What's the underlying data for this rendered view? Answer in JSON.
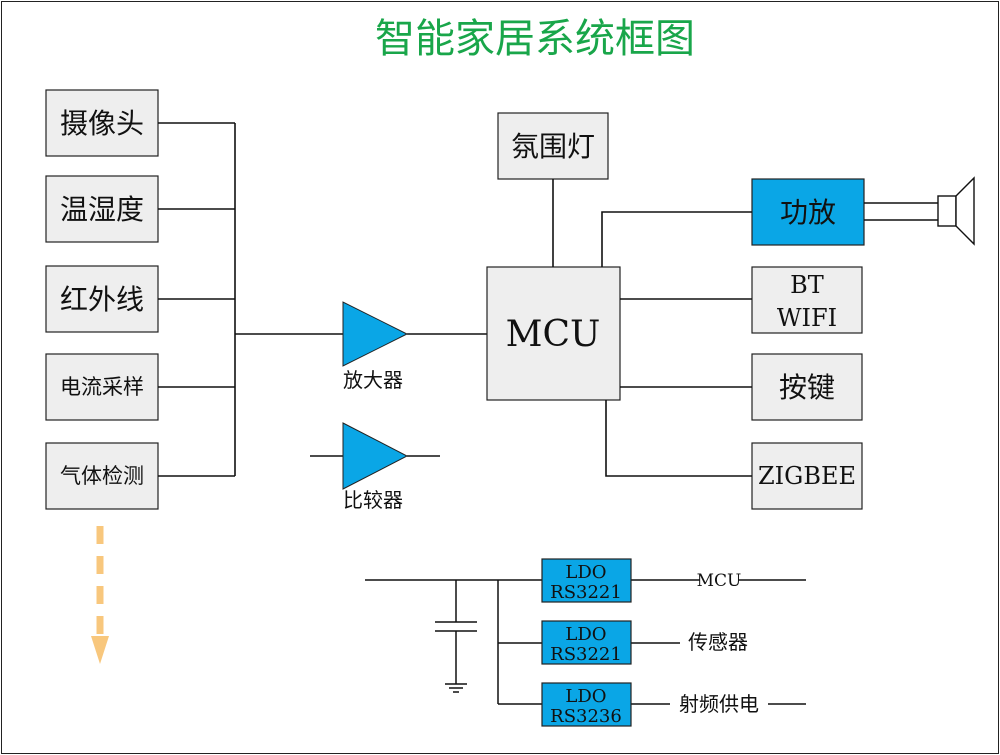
{
  "title": "智能家居系统框图",
  "sensors": {
    "camera": "摄像头",
    "temp_humidity": "温湿度",
    "infrared": "红外线",
    "current_sampling": "电流采样",
    "gas_detection": "气体检测"
  },
  "amplifier_label": "放大器",
  "comparator_label": "比较器",
  "mcu_label": "MCU",
  "ambient_light": "氛围灯",
  "power_amp": "功放",
  "bt_label": "BT",
  "wifi_label": "WIFI",
  "buttons": "按键",
  "zigbee": "ZIGBEE",
  "power": {
    "regulators": [
      {
        "type": "LDO",
        "model": "RS3221",
        "target": "MCU"
      },
      {
        "type": "LDO",
        "model": "RS3221",
        "target": "传感器"
      },
      {
        "type": "LDO",
        "model": "RS3236",
        "target": "射频供电"
      }
    ]
  },
  "colors": {
    "title": "#19a64a",
    "box_fill": "#eeeeee",
    "accent_blue": "#0aa6e6",
    "arrow_orange": "#f8c77d",
    "line": "#111111"
  }
}
